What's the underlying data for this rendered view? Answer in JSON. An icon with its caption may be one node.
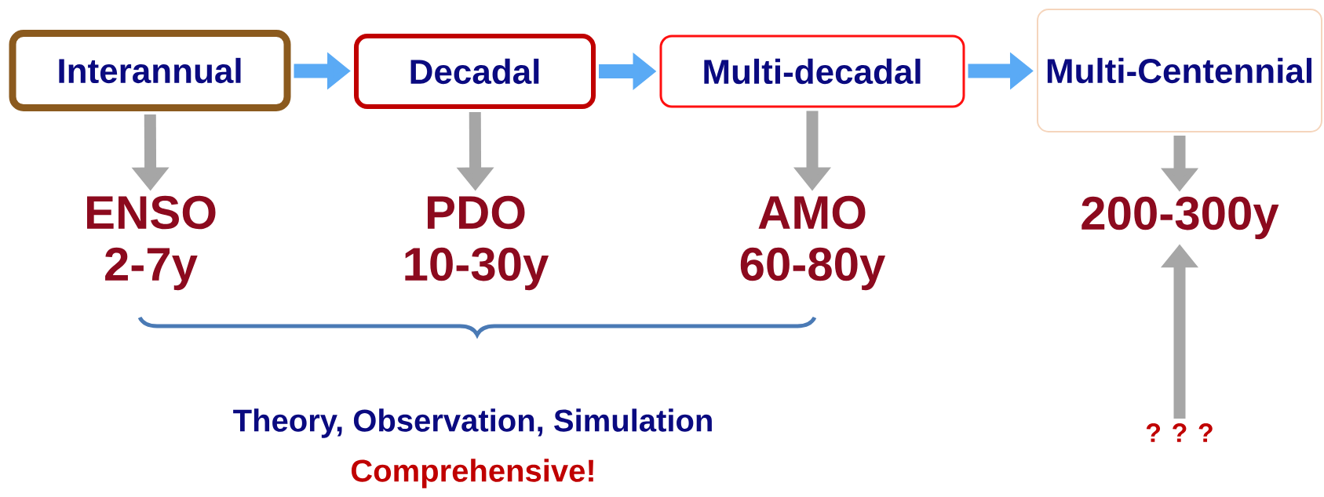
{
  "diagram": {
    "nodes": [
      {
        "text": [
          "Interannual"
        ]
      },
      {
        "text": [
          "Decadal"
        ]
      },
      {
        "text": [
          "Multi-decadal"
        ]
      },
      {
        "text": [
          "Multi-Centennial"
        ]
      },
      {
        "text": [
          "ENSO",
          "2-7y"
        ]
      },
      {
        "text": [
          "PDO",
          "10-30y"
        ]
      },
      {
        "text": [
          "AMO",
          "60-80y"
        ]
      },
      {
        "text": [
          "200-300y"
        ]
      },
      {
        "text": [
          "? ? ?"
        ]
      }
    ],
    "edges": [
      {
        "from": 0,
        "to": 1,
        "arrow": "to",
        "color": "#5aaaf5"
      },
      {
        "from": 1,
        "to": 2,
        "arrow": "to",
        "color": "#5aaaf5"
      },
      {
        "from": 2,
        "to": 3,
        "arrow": "to",
        "color": "#5aaaf5"
      },
      {
        "from": 0,
        "to": 4,
        "arrow": "to"
      },
      {
        "from": 1,
        "to": 5,
        "arrow": "to"
      },
      {
        "from": 2,
        "to": 6,
        "arrow": "to"
      },
      {
        "from": 3,
        "to": 7,
        "arrow": "to"
      },
      {
        "from": 8,
        "to": 7,
        "arrow": "to"
      }
    ],
    "labels": [
      "Theory, Observation, Simulation",
      "Comprehensive!"
    ]
  }
}
